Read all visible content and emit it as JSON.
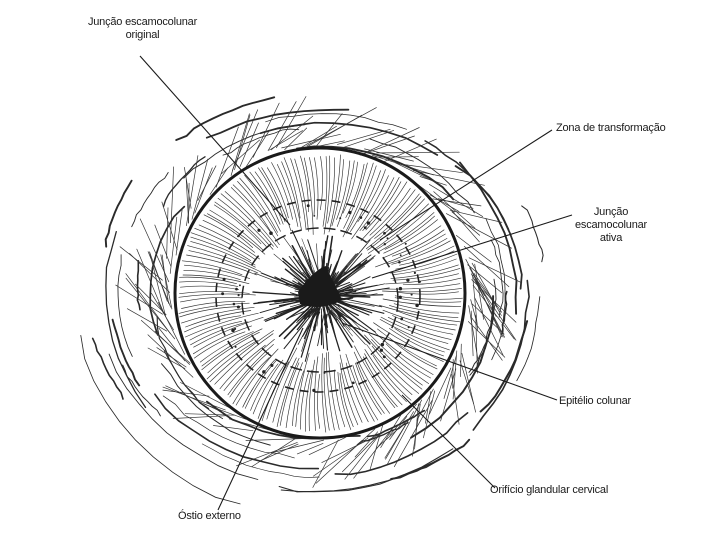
{
  "labels": {
    "juncao_original": [
      "Junção escamocolunar",
      "original"
    ],
    "zona_transformacao": "Zona de transformação",
    "juncao_ativa": [
      "Junção",
      "escamocolunar",
      "ativa"
    ],
    "epitelio_colunar": "Epitélio colunar",
    "orificio_glandular": "Orifício glandular cervical",
    "ostio_externo": "Óstio externo"
  },
  "colors": {
    "ink": "#1a1a1a",
    "background": "#ffffff"
  }
}
